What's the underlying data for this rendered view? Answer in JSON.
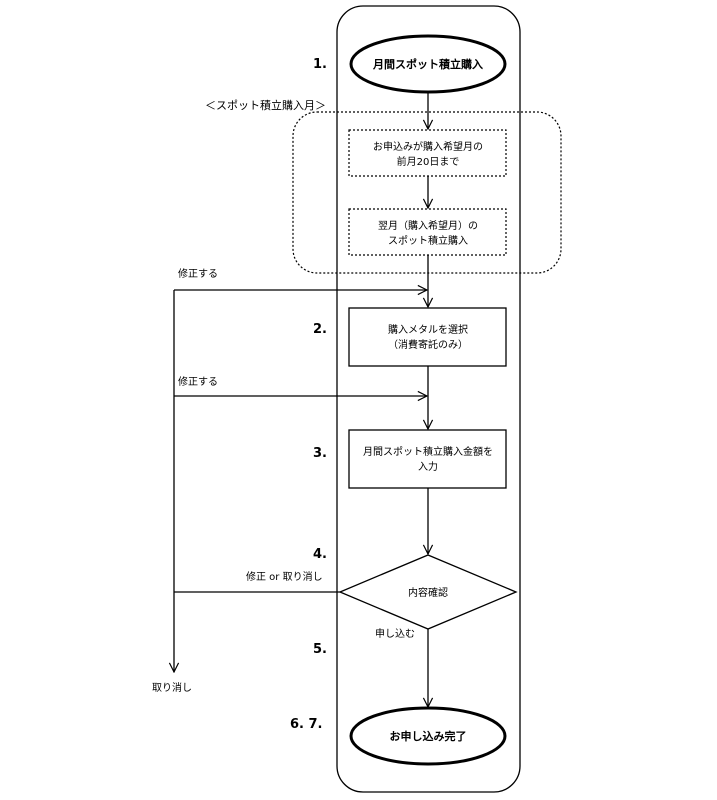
{
  "steps": {
    "s1": "1.",
    "s2": "2.",
    "s3": "3.",
    "s4": "4.",
    "s5": "5.",
    "s67": "6. 7."
  },
  "nodes": {
    "start": "月間スポット積立購入",
    "group_label": "＜スポット積立購入月＞",
    "apply_deadline_l1": "お申込みが購入希望月の",
    "apply_deadline_l2": "前月20日まで",
    "next_month_l1": "翌月（購入希望月）の",
    "next_month_l2": "スポット積立購入",
    "select_metal_l1": "購入メタルを選択",
    "select_metal_l2": "（消費寄託のみ）",
    "enter_amount_l1": "月間スポット積立購入金額を",
    "enter_amount_l2": "入力",
    "confirm": "内容確認",
    "end": "お申し込み完了"
  },
  "edges": {
    "modify1": "修正する",
    "modify2": "修正する",
    "modify_or_cancel": "修正 or 取り消し",
    "apply": "申し込む",
    "cancel": "取り消し"
  }
}
